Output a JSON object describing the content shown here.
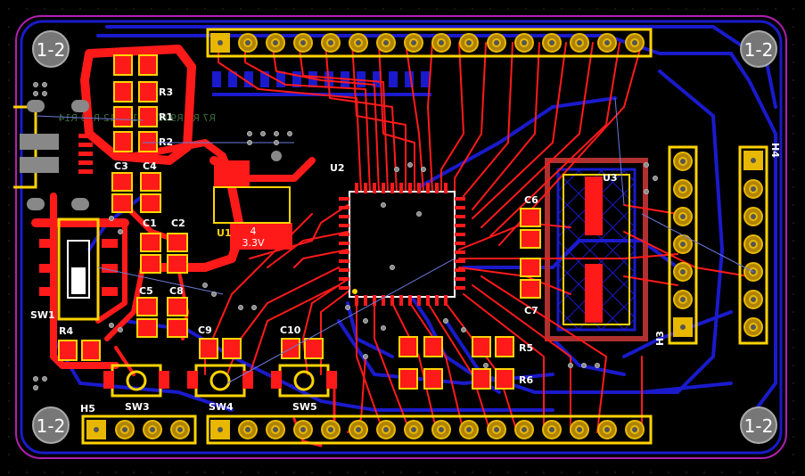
{
  "mounting_label": "1-2",
  "designators": {
    "R3": "R3",
    "R1": "R1",
    "R2": "R2",
    "R4": "R4",
    "R5": "R5",
    "R6": "R6",
    "C1": "C1",
    "C2": "C2",
    "C3": "C3",
    "C4": "C4",
    "C5": "C5",
    "C6": "C6",
    "C7": "C7",
    "C8": "C8",
    "C9": "C9",
    "C10": "C10",
    "U1": "U1",
    "U2": "U2",
    "U3": "U3",
    "SW1": "SW1",
    "SW3": "SW3",
    "SW4": "SW4",
    "SW5": "SW5",
    "H3": "H3",
    "H4": "H4",
    "H5": "H5"
  },
  "regulator": {
    "pin": "4",
    "voltage": "3.3V"
  },
  "bottom_silk": "R7 R8 R9 R10 R11 R12 R13 R14",
  "colors": {
    "top_copper": "#ff1a1a",
    "bottom_copper": "#1a1acc",
    "silk": "#ffd400",
    "pad": "#e8b800",
    "outline": "#b020b0",
    "hole": "#888888"
  }
}
